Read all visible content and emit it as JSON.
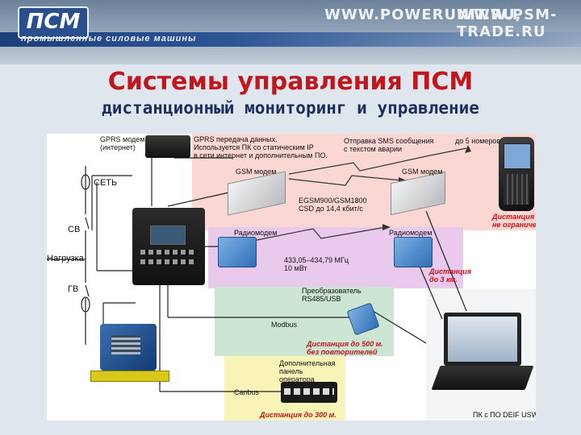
{
  "header": {
    "logo_text": "ПСМ",
    "logo_subtitle": "промышленные силовые машины",
    "site1": "WWW.POWERUNIT.RU,",
    "site2": "WWW.PSM-TRADE.RU"
  },
  "title": "Системы управления ПСМ",
  "subtitle": "дистанционный мониторинг и управление",
  "diagram": {
    "gprs_modem": "GPRS модем\n(интернет)",
    "gprs_text": "GPRS передача данных.\nИспользуется ПК со статическим IP\nв сети интернет и дополнительным ПО.",
    "sms_text": "Отправка SMS сообщения\nс текстом аварии",
    "up_to_5": "до 5 номеров",
    "gsm_modem_1": "GSM модем",
    "gsm_modem_2": "GSM модем",
    "gsm_band": "EGSM900/GSM1800\nCSD до 14,4 кбит/с",
    "distance_unlimited": "Дистанция\nне ограничена",
    "set": "СЕТЬ",
    "sv": "СВ",
    "load": "Нагрузка",
    "gv": "ГВ",
    "radiomodem_1": "Радиомодем",
    "radiomodem_2": "Радиомодем",
    "radio_band": "433,05–434,79 МГц\n10 мВт",
    "distance_3km": "Дистанция\nдо 3 км.",
    "converter": "Преобразователь\nRS485/USB",
    "modbus": "Modbus",
    "distance_500": "Дистанция до 500 м.\nбез повторителей",
    "extra_panel": "Дополнительная\nпанель\nоператора",
    "canbus": "Canbus",
    "distance_300": "Дистанция до 300 м.",
    "pc": "ПК с ПО DEIF USW"
  },
  "colors": {
    "zone_gsm": "#fbd7d3",
    "zone_radio": "#e9c9ec",
    "zone_modbus": "#cde6d3",
    "zone_canbus": "#f8f4b8",
    "title_red": "#c0161c",
    "subtitle_navy": "#1e2d5c"
  }
}
